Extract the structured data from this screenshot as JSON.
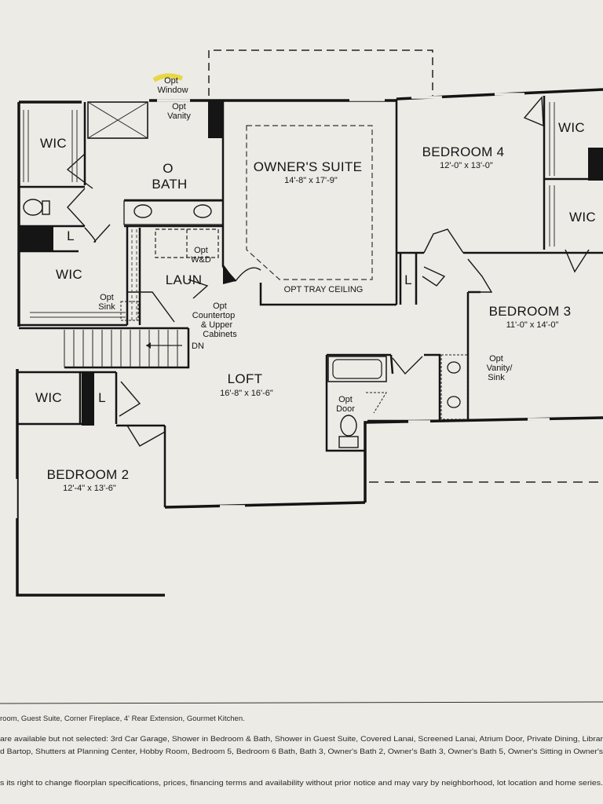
{
  "rooms": {
    "owners_suite": {
      "name": "OWNER'S SUITE",
      "dims": "14'-8\" x 17'-9\""
    },
    "bedroom4": {
      "name": "BEDROOM 4",
      "dims": "12'-0\" x 13'-0\""
    },
    "bedroom3": {
      "name": "BEDROOM 3",
      "dims": "11'-0\" x 14'-0\""
    },
    "bedroom2": {
      "name": "BEDROOM 2",
      "dims": "12'-4\" x 13'-6\""
    },
    "loft": {
      "name": "LOFT",
      "dims": "16'-8\" x 16'-6\""
    },
    "obath": {
      "symbol": "O",
      "name": "BATH"
    },
    "laun": {
      "name": "LAUN"
    }
  },
  "labels": {
    "wic_a": "WIC",
    "wic_b": "WIC",
    "wic_c": "WIC",
    "wic_d": "WIC",
    "wic_e": "WIC",
    "linen_a": "L",
    "linen_b": "L",
    "linen_c": "L",
    "opt_window": [
      "Opt",
      "Window"
    ],
    "opt_vanity": [
      "Opt",
      "Vanity"
    ],
    "opt_wd": [
      "Opt",
      "W&D"
    ],
    "opt_sink": [
      "Opt",
      "Sink"
    ],
    "opt_countertop": [
      "Opt",
      "Countertop",
      "& Upper",
      "Cabinets"
    ],
    "opt_tray": "OPT TRAY CEILING",
    "dn": "DN",
    "opt_door": [
      "Opt",
      "Door"
    ],
    "opt_vanity_sink": [
      "Opt",
      "Vanity/",
      "Sink"
    ]
  },
  "footer": {
    "line1": "room, Guest Suite, Corner Fireplace, 4' Rear Extension, Gourmet Kitchen.",
    "line2": "are available but not selected: 3rd Car Garage, Shower in Bedroom & Bath, Shower in Guest Suite, Covered Lanai, Screened Lanai, Atrium Door, Private Dining, Librar",
    "line3": "d Bartop, Shutters at Planning Center, Hobby Room, Bedroom 5, Bedroom 6 Bath, Bath 3, Owner's Bath 2, Owner's Bath 3, Owner's Bath 5, Owner's Sitting in Owner's",
    "line4": "s its right to change floorplan specifications, prices, financing terms and availability without prior notice and may vary by neighborhood, lot location and home series."
  },
  "colors": {
    "paper": "#ecebe6",
    "ink": "#141414",
    "highlight": "#e6d21a"
  }
}
